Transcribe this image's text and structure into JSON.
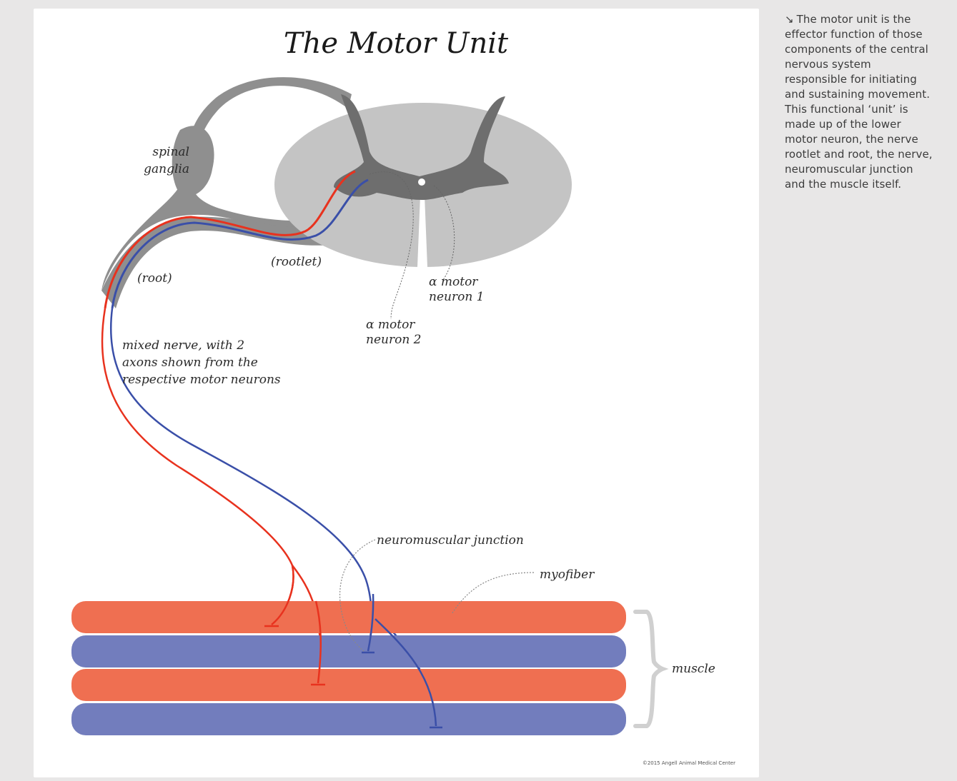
{
  "figure": {
    "title": "The Motor Unit",
    "labels": {
      "spinal_ganglia_line1": "spinal",
      "spinal_ganglia_line2": "ganglia",
      "rootlet": "(rootlet)",
      "root": "(root)",
      "motor_neuron_1_line1": "α motor",
      "motor_neuron_1_line2": "neuron 1",
      "motor_neuron_2_line1": "α motor",
      "motor_neuron_2_line2": "neuron 2",
      "mixed_nerve_line1": "mixed nerve, with 2",
      "mixed_nerve_line2": "axons shown from the",
      "mixed_nerve_line3": "respective motor neurons",
      "neuromuscular_junction": "neuromuscular junction",
      "myofiber": "myofiber",
      "muscle": "muscle"
    },
    "copyright": "©2015 Angell Animal Medical Center",
    "colors": {
      "axon_red": "#e8321e",
      "axon_blue": "#3a4fa8",
      "myofiber_orange": "#ef6f51",
      "myofiber_blue": "#727dbd",
      "grey_matter": "#6e6e6e",
      "white_matter": "#c4c4c4",
      "nerve_grey": "#8f8f8f",
      "bracket_grey": "#d0d0d0"
    }
  },
  "caption": {
    "arrow_icon": "↘",
    "text": "The motor unit is the effector function of those components of the central nervous system responsible for initiating and sustaining movement. This functional ‘unit’ is made up of the lower motor neuron, the nerve rootlet and root, the nerve, neuromuscular junction and the muscle itself."
  }
}
